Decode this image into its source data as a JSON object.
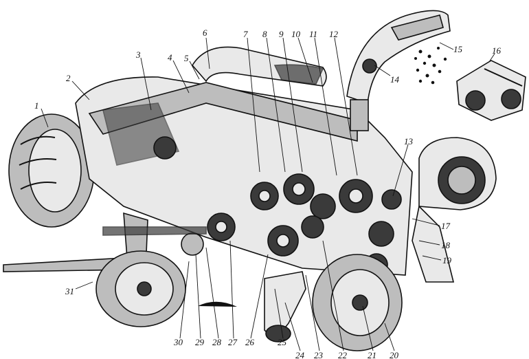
{
  "figure": {
    "callouts": [
      {
        "id": "c1",
        "text": "1"
      },
      {
        "id": "c2",
        "text": "2"
      },
      {
        "id": "c3",
        "text": "3"
      },
      {
        "id": "c4",
        "text": "4"
      },
      {
        "id": "c5",
        "text": "5"
      },
      {
        "id": "c6",
        "text": "6"
      },
      {
        "id": "c7",
        "text": "7"
      },
      {
        "id": "c8",
        "text": "8"
      },
      {
        "id": "c9",
        "text": "9"
      },
      {
        "id": "c10",
        "text": "10"
      },
      {
        "id": "c11",
        "text": "11"
      },
      {
        "id": "c12",
        "text": "12"
      },
      {
        "id": "c13",
        "text": "13"
      },
      {
        "id": "c14",
        "text": "14"
      },
      {
        "id": "c15",
        "text": "15"
      },
      {
        "id": "c16",
        "text": "16"
      },
      {
        "id": "c17",
        "text": "17"
      },
      {
        "id": "c18",
        "text": "18"
      },
      {
        "id": "c19",
        "text": "19"
      },
      {
        "id": "c20",
        "text": "20"
      },
      {
        "id": "c21",
        "text": "21"
      },
      {
        "id": "c22",
        "text": "22"
      },
      {
        "id": "c23",
        "text": "23"
      },
      {
        "id": "c24",
        "text": "24"
      },
      {
        "id": "c25",
        "text": "25"
      },
      {
        "id": "c26",
        "text": "26"
      },
      {
        "id": "c27",
        "text": "27"
      },
      {
        "id": "c28",
        "text": "28"
      },
      {
        "id": "c29",
        "text": "29"
      },
      {
        "id": "c30",
        "text": "30"
      },
      {
        "id": "c31",
        "text": "31"
      }
    ]
  }
}
